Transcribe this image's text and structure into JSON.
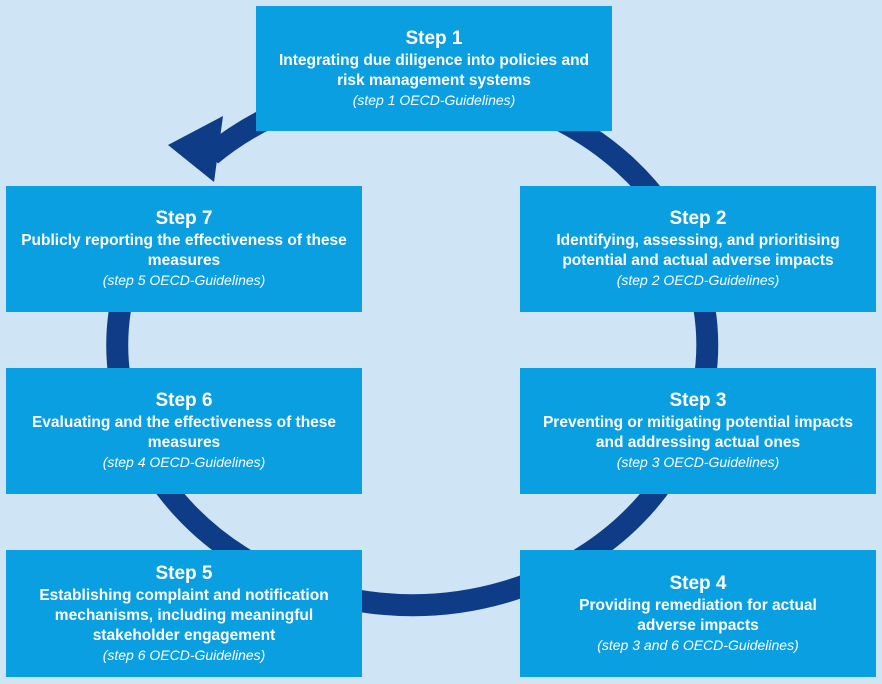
{
  "diagram": {
    "colors": {
      "background": "#cfe4f5",
      "box": "#0a9fe0",
      "text": "#ffffff",
      "cycle_arrow": "#0e3c86"
    },
    "steps": [
      {
        "title": "Step 1",
        "description": "Integrating due diligence into policies and risk management systems",
        "reference": "(step 1 OECD-Guidelines)"
      },
      {
        "title": "Step 2",
        "description": "Identifying, assessing, and prioritising potential and actual adverse impacts",
        "reference": "(step 2 OECD-Guidelines)"
      },
      {
        "title": "Step 3",
        "description": "Preventing or mitigating potential impacts and addressing actual ones",
        "reference": "(step 3 OECD-Guidelines)"
      },
      {
        "title": "Step 4",
        "description": "Providing remediation for actual adverse impacts",
        "reference": "(step 3 and 6 OECD-Guidelines)"
      },
      {
        "title": "Step 5",
        "description": "Establishing complaint and notification mechanisms, including meaningful stakeholder engagement",
        "reference": "(step 6 OECD-Guidelines)"
      },
      {
        "title": "Step 6",
        "description": "Evaluating and the effectiveness of these measures",
        "reference": "(step 4 OECD-Guidelines)"
      },
      {
        "title": "Step 7",
        "description": "Publicly reporting the effectiveness of these measures",
        "reference": "(step 5 OECD-Guidelines)"
      }
    ]
  }
}
